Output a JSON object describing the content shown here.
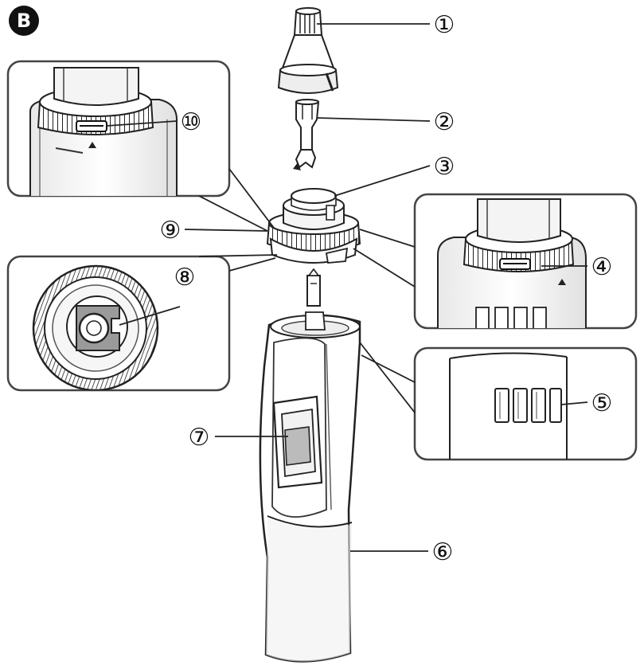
{
  "figure": {
    "badge": "B",
    "callouts": [
      {
        "n": "1",
        "glyph": "①",
        "name": "trimmer-head"
      },
      {
        "n": "2",
        "glyph": "②",
        "name": "inner-blade"
      },
      {
        "n": "3",
        "glyph": "③",
        "name": "blade-frame"
      },
      {
        "n": "4",
        "glyph": "④",
        "name": "ring-mark"
      },
      {
        "n": "5",
        "glyph": "⑤",
        "name": "grip"
      },
      {
        "n": "6",
        "glyph": "⑥",
        "name": "handle-body"
      },
      {
        "n": "7",
        "glyph": "⑦",
        "name": "power-switch"
      },
      {
        "n": "8",
        "glyph": "⑧",
        "name": "coupling"
      },
      {
        "n": "9",
        "glyph": "⑨",
        "name": "locking-ring"
      },
      {
        "n": "10",
        "glyph": "⑩",
        "name": "ring-mark-2"
      }
    ]
  },
  "colors": {
    "line": "#1a1a1a",
    "inset_border": "#444444",
    "light_fill": "#f2f2f2",
    "mid_fill": "#d9d9d9",
    "dark_fill": "#9a9a9a"
  }
}
